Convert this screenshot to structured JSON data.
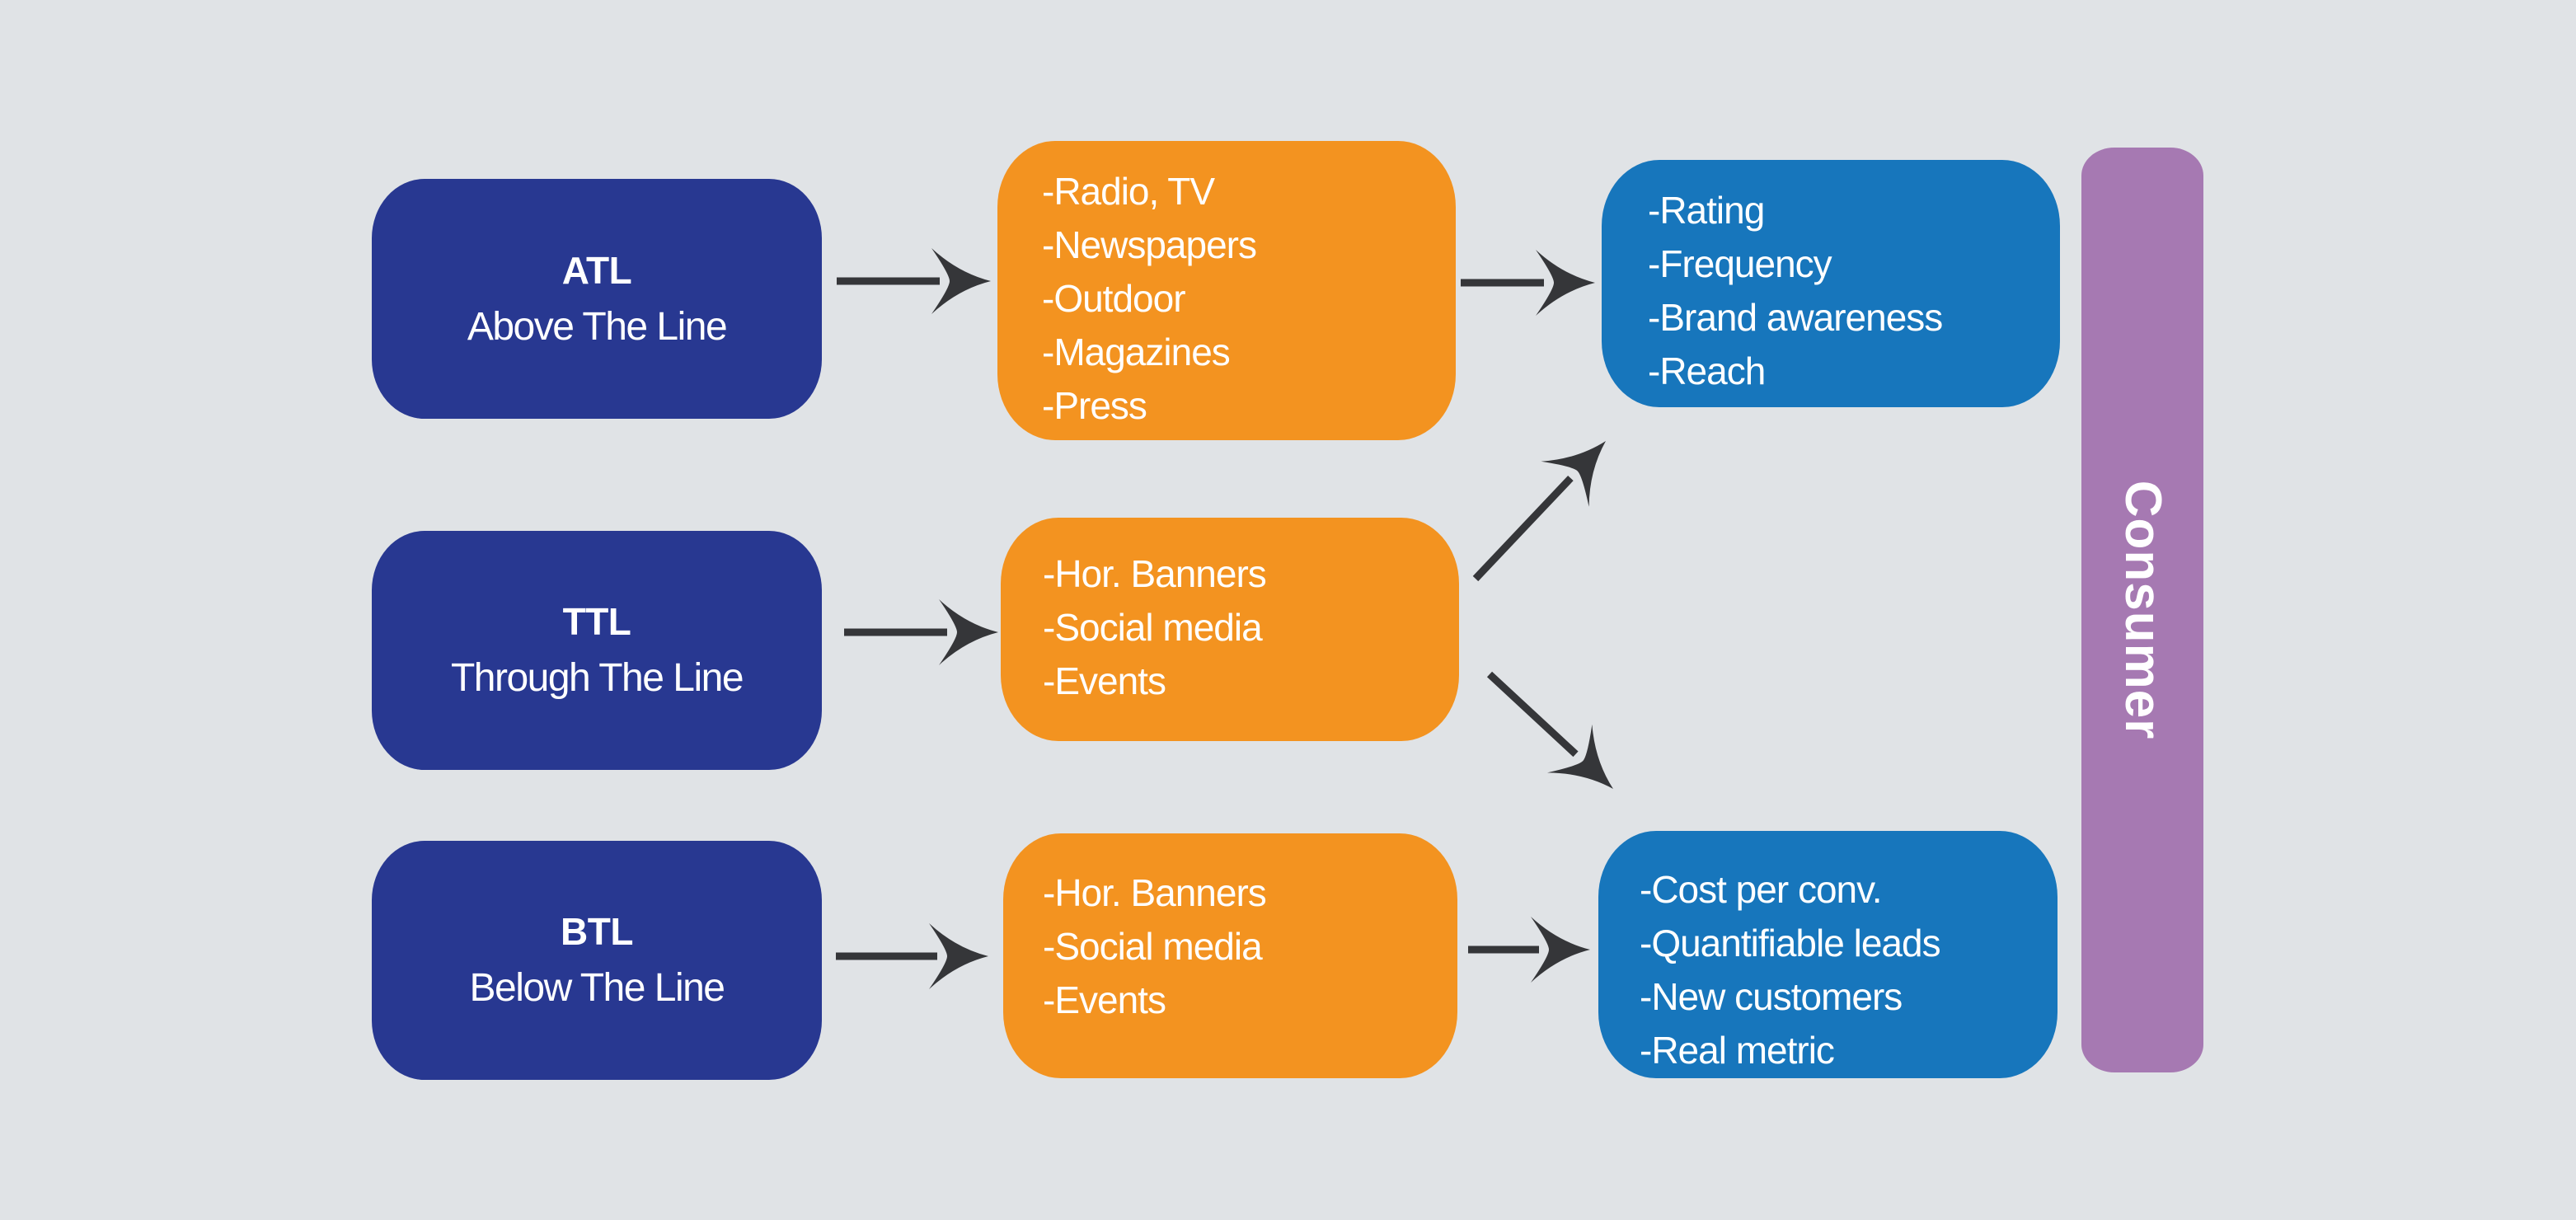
{
  "diagram": {
    "colors": {
      "background": "#e0e3e6",
      "strategy_box": "#283891",
      "channel_box": "#f39320",
      "metric_box": "#1776bc",
      "consumer_bar": "#a679b2",
      "arrow": "#353639",
      "text": "#ffffff"
    },
    "strategies": [
      {
        "id": "atl",
        "abbr": "ATL",
        "name": "Above The Line"
      },
      {
        "id": "ttl",
        "abbr": "TTL",
        "name": "Through The Line"
      },
      {
        "id": "btl",
        "abbr": "BTL",
        "name": "Below The Line"
      }
    ],
    "channels": {
      "atl": [
        "-Radio, TV",
        "-Newspapers",
        "-Outdoor",
        "-Magazines",
        "-Press"
      ],
      "ttl": [
        "-Hor. Banners",
        "-Social media",
        "-Events"
      ],
      "btl": [
        "-Hor. Banners",
        "-Social media",
        "-Events"
      ]
    },
    "metrics": {
      "awareness": [
        "-Rating",
        "-Frequency",
        "-Brand awareness",
        "-Reach"
      ],
      "performance": [
        "-Cost per conv.",
        "-Quantifiable leads",
        "-New customers",
        "-Real metric"
      ]
    },
    "consumer": {
      "label": "Consumer"
    },
    "connections": [
      {
        "from": "atl",
        "to": "atl-channels"
      },
      {
        "from": "ttl",
        "to": "ttl-channels"
      },
      {
        "from": "btl",
        "to": "btl-channels"
      },
      {
        "from": "atl-channels",
        "to": "awareness-metrics"
      },
      {
        "from": "ttl-channels",
        "to": "awareness-metrics"
      },
      {
        "from": "ttl-channels",
        "to": "performance-metrics"
      },
      {
        "from": "btl-channels",
        "to": "performance-metrics"
      }
    ]
  }
}
